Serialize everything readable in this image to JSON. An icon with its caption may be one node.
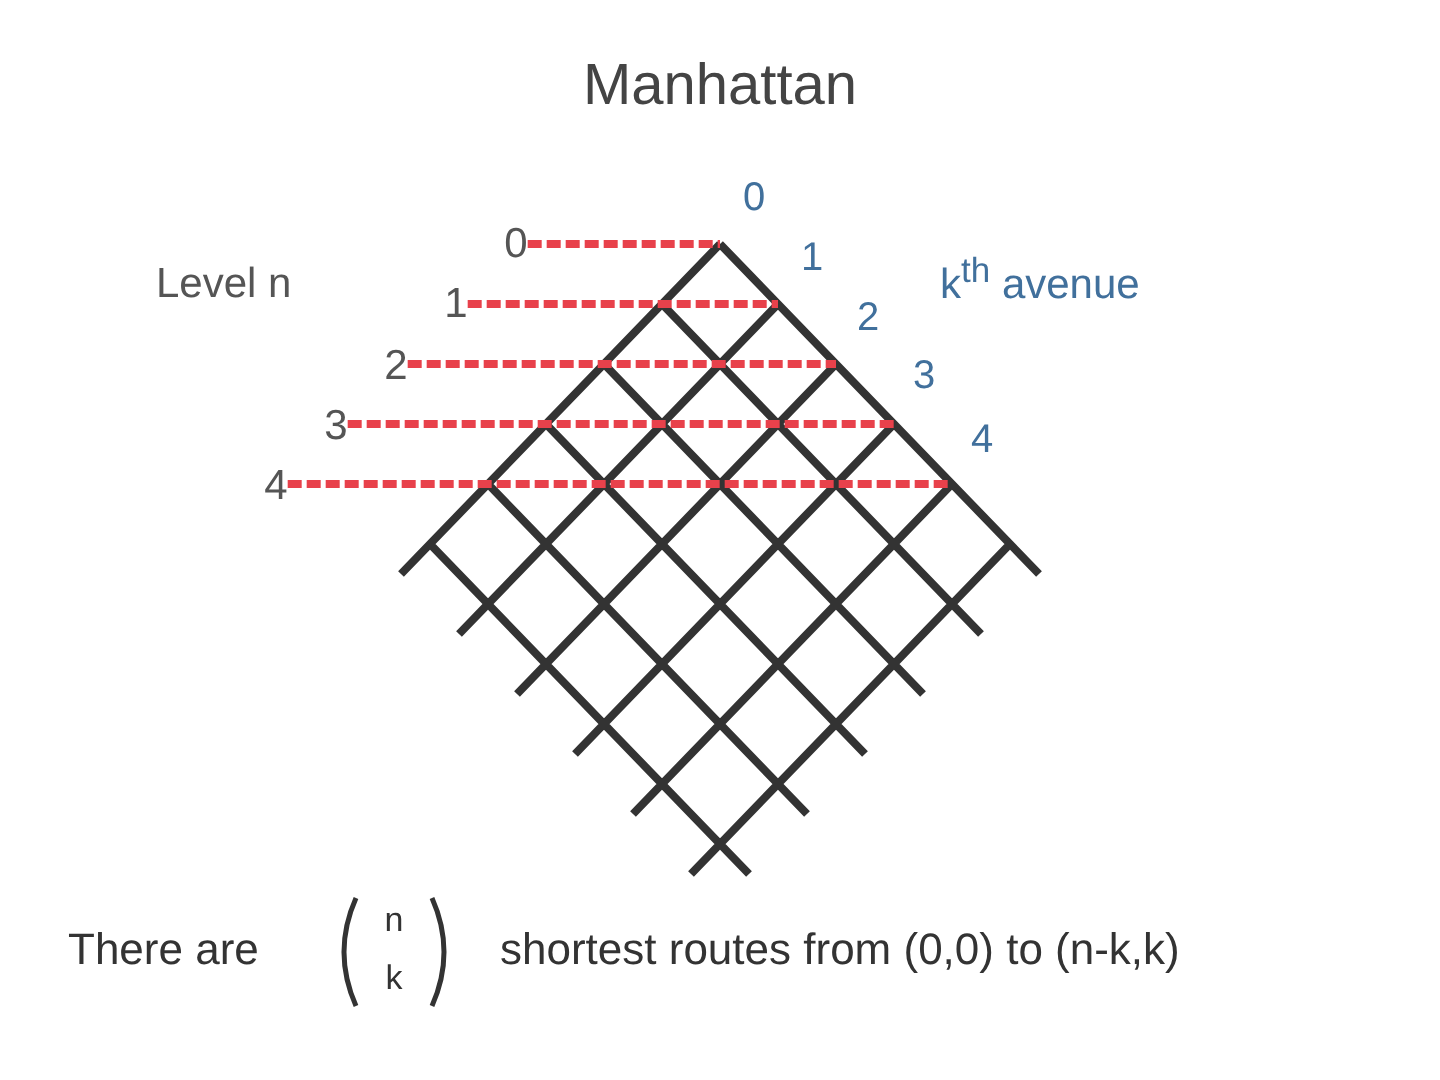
{
  "diagram": {
    "title": "Manhattan",
    "nodes": [
      {
        "text": [
          "0"
        ]
      },
      {
        "text": [
          "1"
        ]
      },
      {
        "text": [
          "2"
        ]
      },
      {
        "text": [
          "3"
        ]
      },
      {
        "text": [
          "4"
        ]
      }
    ],
    "edges": [
      {
        "from": 0,
        "to": null,
        "arrow": "none",
        "style": "dashed",
        "color": "#e8414b"
      },
      {
        "from": 1,
        "to": null,
        "arrow": "none",
        "style": "dashed",
        "color": "#e8414b"
      },
      {
        "from": 2,
        "to": null,
        "arrow": "none",
        "style": "dashed",
        "color": "#e8414b"
      },
      {
        "from": 3,
        "to": null,
        "arrow": "none",
        "style": "dashed",
        "color": "#e8414b"
      },
      {
        "from": 4,
        "to": null,
        "arrow": "none",
        "style": "dashed",
        "color": "#e8414b"
      }
    ],
    "labels": [
      "0",
      "1",
      "Level n",
      "k$^{th}$ avenue",
      "2",
      "3",
      "4",
      "There are",
      "n",
      "k",
      "shortest routes from (0,0) to (n-k,k)"
    ]
  }
}
